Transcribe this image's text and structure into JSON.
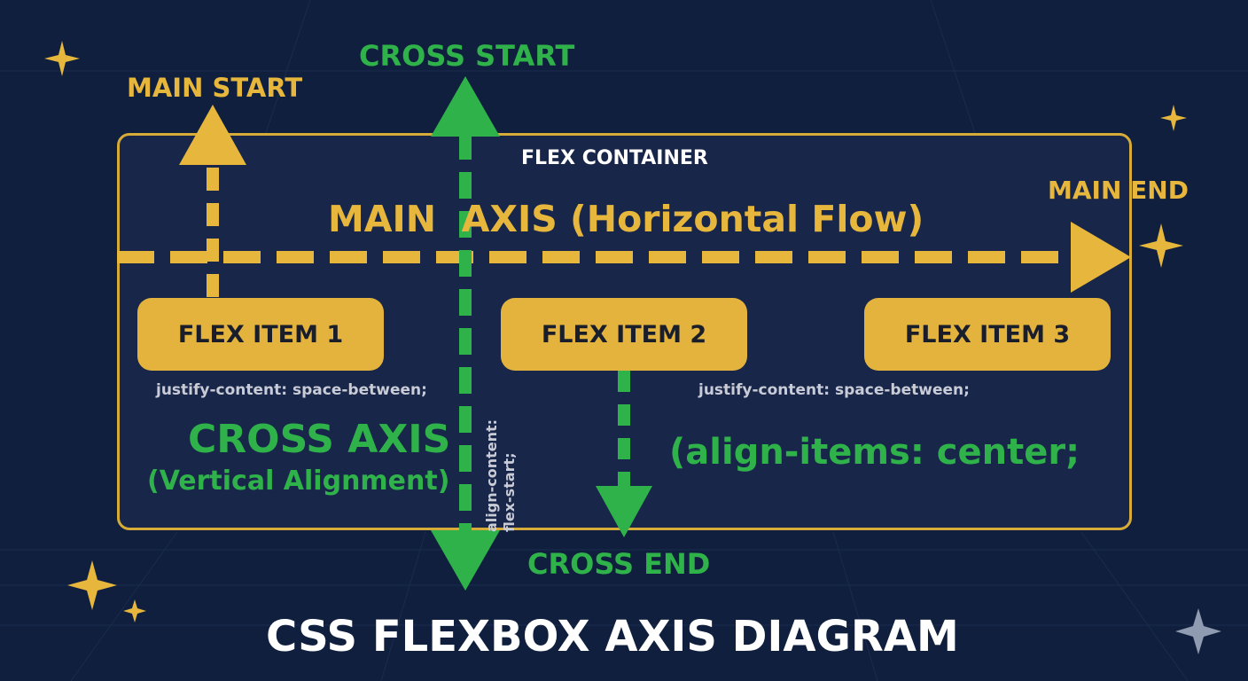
{
  "title": "CSS FLEXBOX AXIS DIAGRAM",
  "container_label": "FLEX CONTAINER",
  "main_axis": {
    "label": "MAIN  AXIS (Horizontal Flow)",
    "start_label": "MAIN START",
    "end_label": "MAIN END"
  },
  "cross_axis": {
    "label": "CROSS AXIS",
    "sublabel": "(Vertical Alignment)",
    "start_label": "CROSS START",
    "end_label": "CROSS END"
  },
  "items": [
    "FLEX ITEM 1",
    "FLEX ITEM 2",
    "FLEX ITEM 3"
  ],
  "code": {
    "justify_left": "justify-content: space-between;",
    "justify_right": "justify-content: space-between;",
    "align_content_line1": "align-content:",
    "align_content_line2": "flex-start;",
    "align_items": "(align-items: center;"
  },
  "colors": {
    "background": "#0f1f3d",
    "main_axis": "#e6b73c",
    "cross_axis": "#2fb24a",
    "item_fill": "#e3b33d"
  },
  "icons": [
    "sparkle-icon"
  ]
}
